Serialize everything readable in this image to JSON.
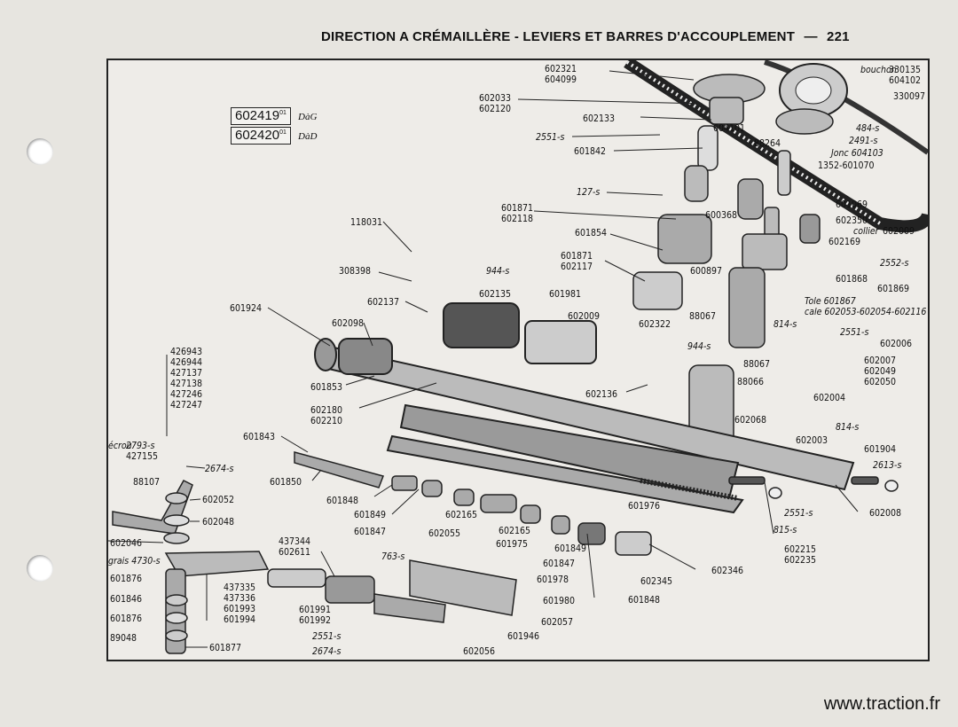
{
  "header": {
    "title": "DIRECTION A CRÉMAILLÈRE - LEVIERS ET BARRES D'ACCOUPLEMENT",
    "dash": "—",
    "page_number": "221"
  },
  "boxed_refs": [
    {
      "part": "602419",
      "sup": "01",
      "suffix": "DàG"
    },
    {
      "part": "602420",
      "sup": "01",
      "suffix": "DàD"
    }
  ],
  "watermark": "www.traction.fr",
  "labels": {
    "l602321": "602321",
    "l604099": "604099",
    "bouchon": "bouchon",
    "l330135": "330135",
    "l604102": "604102",
    "l330097": "330097",
    "l602033": "602033",
    "l602120": "602120",
    "l602133": "602133",
    "l604101": "604101",
    "l484s": "484-s",
    "l2491s": "2491-s",
    "jonc": "Jonc 604103",
    "l88264": "88264",
    "l2551s_a": "2551-s",
    "l601842": "601842",
    "l1352": "1352-601070",
    "l127s": "127-s",
    "l601069": "601069",
    "l601871a": "601871",
    "l602118": "602118",
    "l600368": "600368",
    "l602350": "602350",
    "collier": "collier",
    "l602009a": "602009",
    "l602169": "602169",
    "l118031": "118031",
    "l601854": "601854",
    "l2552s": "2552-s",
    "l601868": "601868",
    "l308398": "308398",
    "l944s_a": "944-s",
    "l601871b": "601871",
    "l602117": "602117",
    "l600897": "600897",
    "l601869": "601869",
    "l602137": "602137",
    "l602135": "602135",
    "l601981": "601981",
    "tole": "Tole 601867",
    "cale": "cale 602053-602054-602116",
    "l601924": "601924",
    "l602098": "602098",
    "l602009b": "602009",
    "l602322": "602322",
    "l88067a": "88067",
    "l814s_a": "814-s",
    "l2551s_b": "2551-s",
    "l944s_b": "944-s",
    "l602006": "602006",
    "l602007": "602007",
    "l602049": "602049",
    "l602050": "602050",
    "grp1": [
      "426943",
      "426944",
      "427137",
      "427138",
      "427246",
      "427247"
    ],
    "l88067b": "88067",
    "l88066": "88066",
    "l601853": "601853",
    "l602136": "602136",
    "l602004": "602004",
    "l602180": "602180",
    "l602210": "602210",
    "l602068": "602068",
    "l814s_b": "814-s",
    "l602003": "602003",
    "ecrou": "écrou",
    "l2793s": "2793-s",
    "l427155": "427155",
    "l601843": "601843",
    "l2674s_a": "2674-s",
    "l601904": "601904",
    "l2613s": "2613-s",
    "l88107": "88107",
    "l601850": "601850",
    "l602052": "602052",
    "l601848a": "601848",
    "l2551s_c": "2551-s",
    "l602008": "602008",
    "l601976": "601976",
    "l602048": "602048",
    "l601849a": "601849",
    "l602165a": "602165",
    "l601847a": "601847",
    "l602055": "602055",
    "l602165b": "602165",
    "l601975": "601975",
    "l601849b": "601849",
    "l815s": "815-s",
    "l602046": "602046",
    "l437344": "437344",
    "l602611": "602611",
    "l602215": "602215",
    "l602235": "602235",
    "grais": "grais 4730-s",
    "l763s": "763-s",
    "l601847b": "601847",
    "l602346": "602346",
    "l601876a": "601876",
    "l601978": "601978",
    "l602345": "602345",
    "grp2": [
      "437335",
      "437336",
      "601993",
      "601994"
    ],
    "l601846": "601846",
    "l601980": "601980",
    "l601848b": "601848",
    "l601991": "601991",
    "l601992": "601992",
    "l601876b": "601876",
    "l602057": "602057",
    "l89048": "89048",
    "l2551s_d": "2551-s",
    "l601946": "601946",
    "l601877": "601877",
    "l2674s_b": "2674-s",
    "l602056": "602056"
  }
}
